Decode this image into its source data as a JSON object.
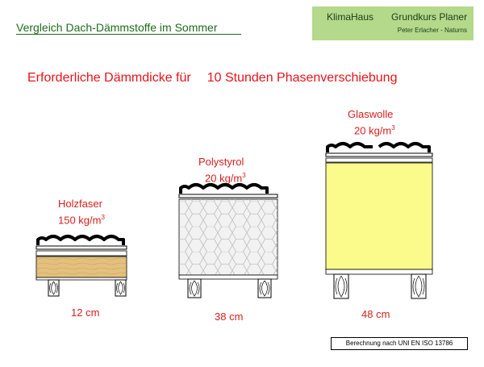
{
  "header": {
    "title": "Vergleich Dach-Dämmstoffe im Sommer",
    "brand_name": "KlimaHaus",
    "brand_course": "Grundkurs Planer",
    "brand_author": "Peter Erlacher - Naturns"
  },
  "heading": {
    "part1": "Erforderliche Dämmdicke für",
    "part2": "10 Stunden Phasenverschiebung"
  },
  "materials": [
    {
      "name": "Holzfaser",
      "density_value": "150 kg/m",
      "density_exp": "3",
      "thickness": "12 cm",
      "fill_color": "#e3c07d"
    },
    {
      "name": "Polystyrol",
      "density_value": "20 kg/m",
      "density_exp": "3",
      "thickness": "38 cm",
      "fill_color": "#f2f2f2"
    },
    {
      "name": "Glaswolle",
      "density_value": "20 kg/m",
      "density_exp": "3",
      "thickness": "48 cm",
      "fill_color": "#fbfb8c"
    }
  ],
  "footnote": "Berechnung nach UNI EN ISO 13786",
  "colors": {
    "accent_red": "#e5141a",
    "title_green": "#1f6b1f",
    "brand_box": "#b4d98a"
  }
}
